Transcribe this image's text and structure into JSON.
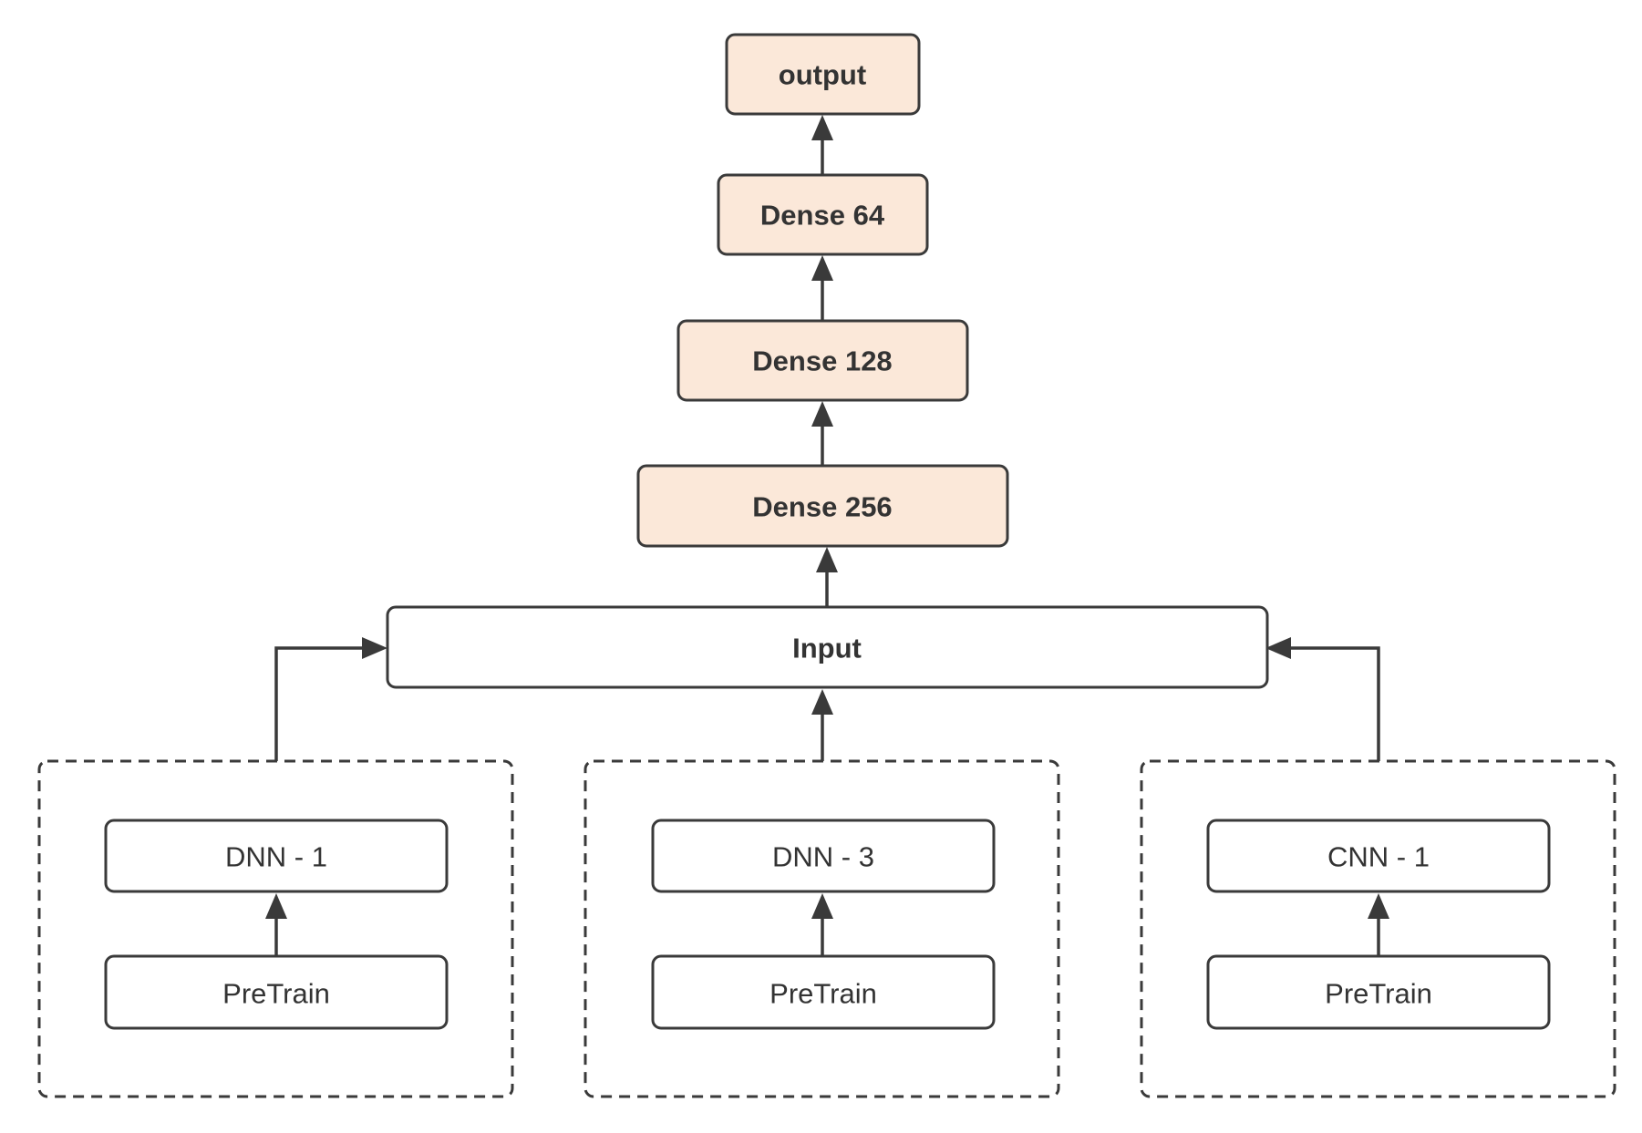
{
  "diagram": {
    "top_stack": {
      "output": "output",
      "dense_64": "Dense 64",
      "dense_128": "Dense 128",
      "dense_256": "Dense 256"
    },
    "input": "Input",
    "branches": [
      {
        "model": "DNN - 1",
        "pretrain": "PreTrain"
      },
      {
        "model": "DNN - 3",
        "pretrain": "PreTrain"
      },
      {
        "model": "CNN - 1",
        "pretrain": "PreTrain"
      }
    ],
    "colors": {
      "top_stack_fill": "#fbe8d9",
      "box_stroke": "#3a3a3a",
      "text": "#333333",
      "background": "#ffffff"
    }
  }
}
